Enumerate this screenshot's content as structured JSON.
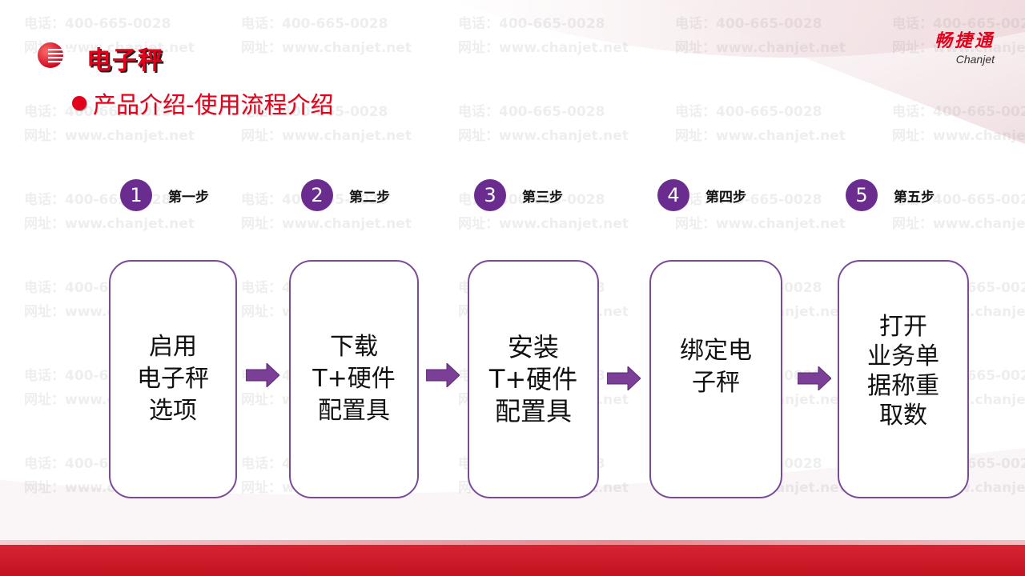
{
  "header": {
    "title": "电子秤",
    "subtitle": "产品介绍-使用流程介绍",
    "logo_icon": "red-sphere-logo-icon"
  },
  "brand": {
    "name_cn": "畅捷通",
    "name_en": "Chanjet"
  },
  "watermark": {
    "phone": "电话：400-665-0028",
    "website": "网址：www.chanjet.net"
  },
  "steps": [
    {
      "number": "1",
      "label": "第一步",
      "text": "启用\n电子秤\n选项"
    },
    {
      "number": "2",
      "label": "第二步",
      "text": "下载\nT+硬件\n配置具"
    },
    {
      "number": "3",
      "label": "第三步",
      "text": "安装\nT+硬件\n配置具"
    },
    {
      "number": "4",
      "label": "第四步",
      "text": "绑定电\n子秤"
    },
    {
      "number": "5",
      "label": "第五步",
      "text": "打开\n业务单\n据称重\n取数"
    }
  ],
  "colors": {
    "accent": "#e2001a",
    "step_purple": "#6b2c8f",
    "box_border": "#7a4a98",
    "arrow": "#7b3f98"
  }
}
